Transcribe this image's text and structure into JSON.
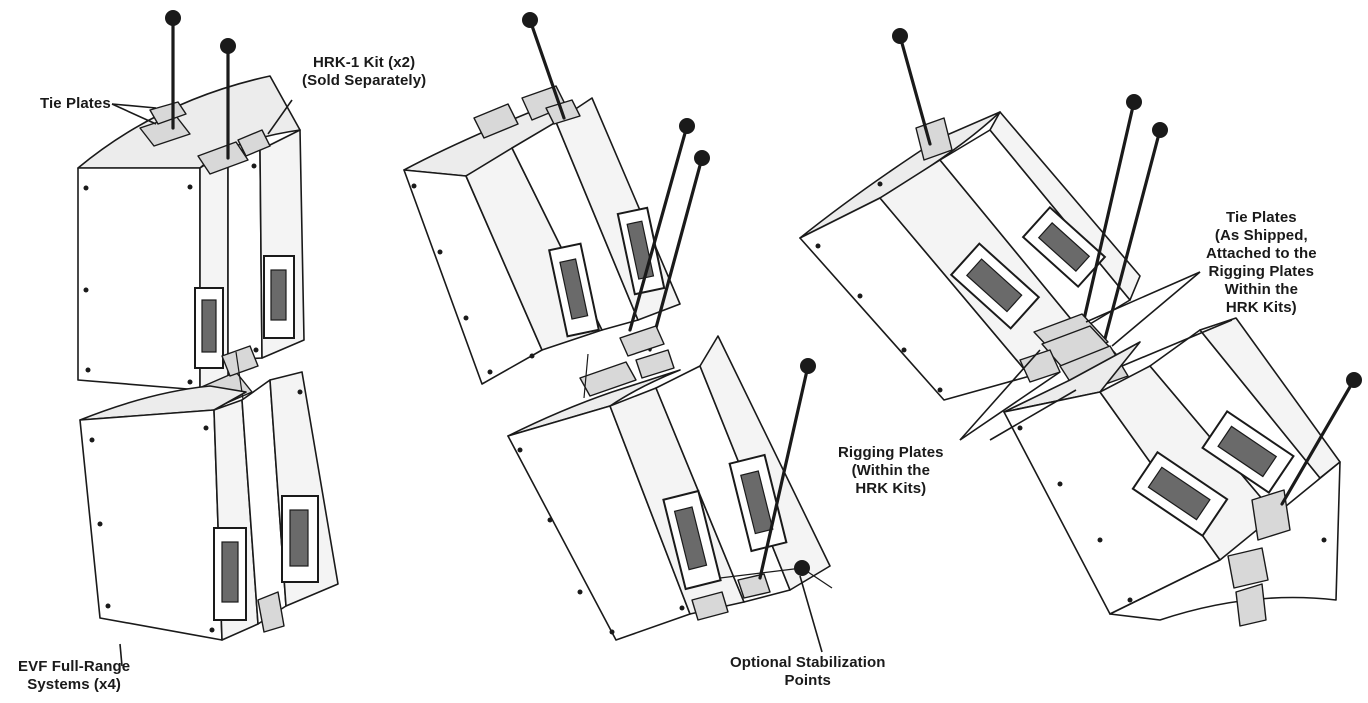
{
  "labels": {
    "tie_plates_left": "Tie Plates",
    "hrk_kit_line1": "HRK-1 Kit (x2)",
    "hrk_kit_line2": "(Sold Separately)",
    "evf_line1": "EVF Full-Range",
    "evf_line2": "Systems (x4)",
    "stabilization_line1": "Optional Stabilization",
    "stabilization_line2": "Points",
    "rigging_line1": "Rigging Plates",
    "rigging_line2": "(Within the",
    "rigging_line3": "HRK Kits)",
    "tie_plates_right_line1": "Tie Plates",
    "tie_plates_right_line2": "(As Shipped,",
    "tie_plates_right_line3": "Attached to the",
    "tie_plates_right_line4": "Rigging Plates",
    "tie_plates_right_line5": "Within the",
    "tie_plates_right_line6": "HRK Kits)"
  },
  "colors": {
    "line": "#1a1a1a",
    "background": "#ffffff"
  }
}
